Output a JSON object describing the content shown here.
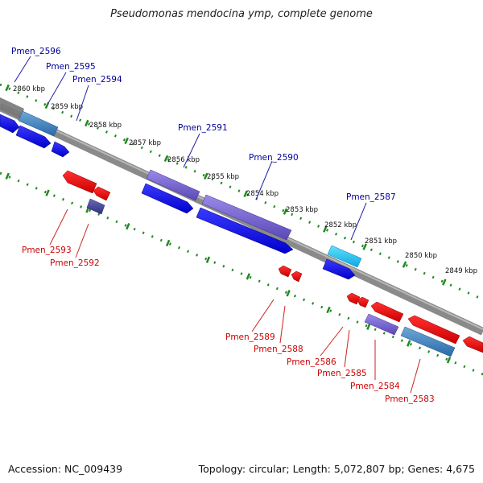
{
  "title": "Pseudomonas mendocina ymp, complete genome",
  "accession": "Accession: NC_009439",
  "summary": "Topology: circular; Length: 5,072,807 bp; Genes: 4,675",
  "colors": {
    "forward_label": "#000099",
    "reverse_label": "#cc0000",
    "backbone": "#8a8a8a",
    "dots": "#1f8a1f"
  },
  "scale": [
    {
      "id": "t2860",
      "label": "2860 kbp"
    },
    {
      "id": "t2859",
      "label": "2859 kbp"
    },
    {
      "id": "t2858",
      "label": "2858 kbp"
    },
    {
      "id": "t2857",
      "label": "2857 kbp"
    },
    {
      "id": "t2856",
      "label": "2856 kbp"
    },
    {
      "id": "t2855",
      "label": "2855 kbp"
    },
    {
      "id": "t2854",
      "label": "2854 kbp"
    },
    {
      "id": "t2853",
      "label": "2853 kbp"
    },
    {
      "id": "t2852",
      "label": "2852 kbp"
    },
    {
      "id": "t2851",
      "label": "2851 kbp"
    },
    {
      "id": "t2850",
      "label": "2850 kbp"
    },
    {
      "id": "t2849",
      "label": "2849 kbp"
    }
  ],
  "forward_labels": [
    {
      "id": "f2596",
      "name": "Pmen_2596"
    },
    {
      "id": "f2595",
      "name": "Pmen_2595"
    },
    {
      "id": "f2594",
      "name": "Pmen_2594"
    },
    {
      "id": "f2591",
      "name": "Pmen_2591"
    },
    {
      "id": "f2590",
      "name": "Pmen_2590"
    },
    {
      "id": "f2587",
      "name": "Pmen_2587"
    }
  ],
  "reverse_labels": [
    {
      "id": "r2593",
      "name": "Pmen_2593"
    },
    {
      "id": "r2592",
      "name": "Pmen_2592"
    },
    {
      "id": "r2589",
      "name": "Pmen_2589"
    },
    {
      "id": "r2588",
      "name": "Pmen_2588"
    },
    {
      "id": "r2586",
      "name": "Pmen_2586"
    },
    {
      "id": "r2585",
      "name": "Pmen_2585"
    },
    {
      "id": "r2584",
      "name": "Pmen_2584"
    },
    {
      "id": "r2583",
      "name": "Pmen_2583"
    }
  ]
}
